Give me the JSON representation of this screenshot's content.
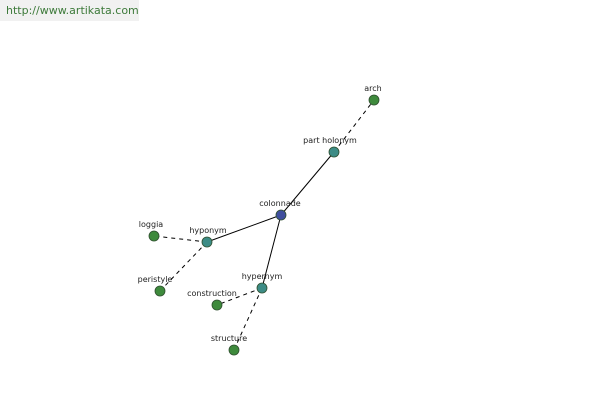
{
  "header": {
    "url": "http://www.artikata.com"
  },
  "colors": {
    "center_node": "#3f4f9e",
    "relation_node": "#3d8c86",
    "leaf_node": "#3e8a3c",
    "node_stroke": "#2f4f2f",
    "edge": "#000000",
    "url_text": "#3d7a3a",
    "banner_bg": "#f1f1f1"
  },
  "graph": {
    "nodes": [
      {
        "id": "colonnade",
        "label": "colonnade",
        "kind": "center"
      },
      {
        "id": "part_holonym",
        "label": "part holonym",
        "kind": "relation"
      },
      {
        "id": "hyponym",
        "label": "hyponym",
        "kind": "relation"
      },
      {
        "id": "hypernym",
        "label": "hypernym",
        "kind": "relation"
      },
      {
        "id": "arch",
        "label": "arch",
        "kind": "leaf"
      },
      {
        "id": "loggia",
        "label": "loggia",
        "kind": "leaf"
      },
      {
        "id": "peristyle",
        "label": "peristyle",
        "kind": "leaf"
      },
      {
        "id": "construction",
        "label": "construction",
        "kind": "leaf"
      },
      {
        "id": "structure",
        "label": "structure",
        "kind": "leaf"
      }
    ],
    "edges": [
      {
        "from": "colonnade",
        "to": "part_holonym",
        "style": "solid"
      },
      {
        "from": "colonnade",
        "to": "hyponym",
        "style": "solid"
      },
      {
        "from": "colonnade",
        "to": "hypernym",
        "style": "solid"
      },
      {
        "from": "part_holonym",
        "to": "arch",
        "style": "dashed"
      },
      {
        "from": "hyponym",
        "to": "loggia",
        "style": "dashed"
      },
      {
        "from": "hyponym",
        "to": "peristyle",
        "style": "dashed"
      },
      {
        "from": "hypernym",
        "to": "construction",
        "style": "dashed"
      },
      {
        "from": "hypernym",
        "to": "structure",
        "style": "dashed"
      }
    ]
  }
}
